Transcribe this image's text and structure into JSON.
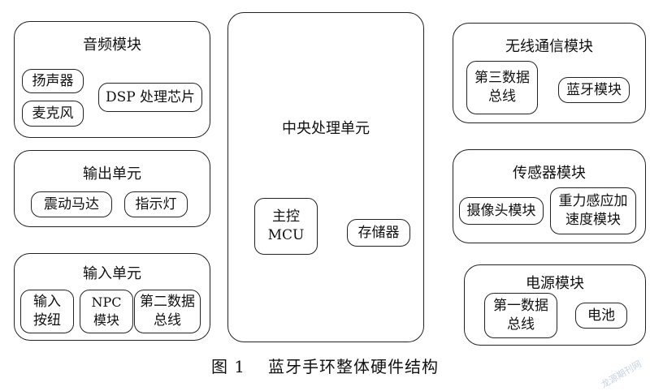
{
  "caption": {
    "number": "图 1",
    "text": "蓝牙手环整体硬件结构"
  },
  "central": {
    "title": "中央处理单元",
    "mcu": "主控\nMCU",
    "memory": "存储器"
  },
  "audio": {
    "title": "音频模块",
    "speaker": "扬声器",
    "mic": "麦克风",
    "dsp": "DSP 处理芯片"
  },
  "output": {
    "title": "输出单元",
    "motor": "震动马达",
    "light": "指示灯"
  },
  "input": {
    "title": "输入单元",
    "button": "输入\n按纽",
    "npc": "NPC\n模块",
    "bus2": "第二数据\n总线"
  },
  "wireless": {
    "title": "无线通信模块",
    "bus3": "第三数据\n总线",
    "bluetooth": "蓝牙模块"
  },
  "sensor": {
    "title": "传感器模块",
    "camera": "摄像头模块",
    "gravity": "重力感应加\n速度模块"
  },
  "power": {
    "title": "电源模块",
    "bus1": "第一数据\n总线",
    "battery": "电池"
  },
  "watermark": "龙源期刊网"
}
